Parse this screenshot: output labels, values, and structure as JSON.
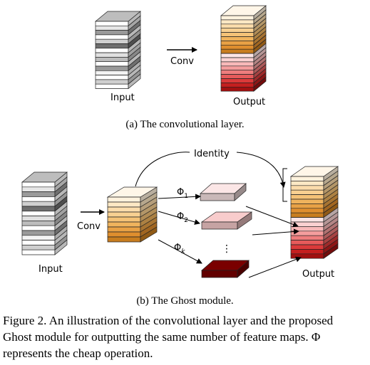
{
  "panel_a": {
    "input_label": "Input",
    "conv_label": "Conv",
    "output_label": "Output",
    "subcaption": "(a)  The convolutional layer."
  },
  "panel_b": {
    "input_label": "Input",
    "conv_label": "Conv",
    "identity_label": "Identity",
    "phi_1": "Φ",
    "phi_1_sub": "1",
    "phi_2": "Φ",
    "phi_2_sub": "2",
    "phi_k": "Φ",
    "phi_k_sub": "k",
    "dots": "⋮",
    "output_label": "Output",
    "subcaption": "(b)  The Ghost module."
  },
  "caption": {
    "line1": "Figure 2. An illustration of the convolutional layer and the proposed",
    "line2": "Ghost module for outputting the same number of feature maps.  Φ",
    "line3": "represents the cheap operation."
  },
  "colors": {
    "input_gray": [
      "#ffffff",
      "#e6e6e6",
      "#9a9a9a",
      "#ffffff",
      "#d0d0d0",
      "#6e6e6e",
      "#ffffff",
      "#e0e0e0",
      "#bcbcbc",
      "#ffffff",
      "#9a9a9a",
      "#f2f2f2",
      "#ffffff",
      "#cfcfcf",
      "#ffffff"
    ],
    "output_orange": [
      "#fff2dd",
      "#fde8c4",
      "#fbdcab",
      "#f8d091",
      "#f4c277",
      "#efb35d",
      "#e8a145",
      "#df8e2e",
      "#c87d1f"
    ],
    "output_red": [
      "#fde5e5",
      "#fbd1d1",
      "#f8b9b9",
      "#f49d9d",
      "#ee7d7d",
      "#e65b5b",
      "#db3a3a",
      "#c41f1f",
      "#a01010"
    ],
    "ghost_1": "#fbe6e6",
    "ghost_2": "#f8cccc",
    "ghost_k": "#7a0000"
  }
}
